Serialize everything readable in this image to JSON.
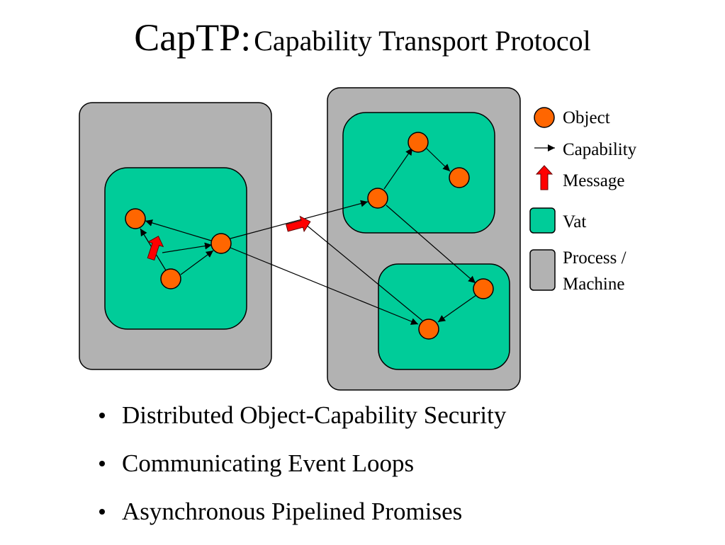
{
  "title": {
    "main": "CapTP:",
    "subtitle": "Capability Transport Protocol"
  },
  "legend": {
    "object": "Object",
    "capability": "Capability",
    "message": "Message",
    "vat": "Vat",
    "process_line1": "Process /",
    "process_line2": "Machine"
  },
  "bullets": [
    "Distributed Object-Capability Security",
    "Communicating Event Loops",
    "Asynchronous Pipelined Promises"
  ],
  "colors": {
    "machine_fill": "#b2b2b2",
    "vat_fill": "#00cc99",
    "object_fill": "#ff6600",
    "message_fill": "#ff0000"
  }
}
